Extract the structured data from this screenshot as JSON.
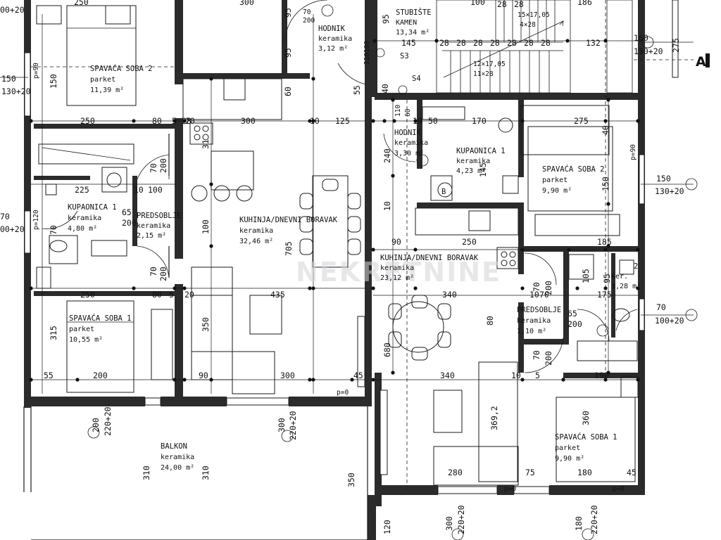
{
  "watermark": "NEKRETNINE",
  "section_marker": "A",
  "rooms": {
    "spavaca2_left": {
      "name": "SPAVAĆA SOBA 2",
      "floor": "parket",
      "area": "11,39 m²"
    },
    "kupaonica1_left": {
      "name": "KUPAONICA 1",
      "floor": "keramika",
      "area": "4,80 m²"
    },
    "predsoblje_left": {
      "name": "PREDSOBLJE",
      "floor": "keramika",
      "area": "2,15 m²"
    },
    "kuhinja_left": {
      "name": "KUHINJA/DNEVNI BORAVAK",
      "floor": "keramika",
      "area": "32,46 m²"
    },
    "spavaca1_left": {
      "name": "SPAVAĆA SOBA 1",
      "floor": "parket",
      "area": "10,55 m²"
    },
    "balkon": {
      "name": "BALKON",
      "floor": "keramika",
      "area": "24,00 m²"
    },
    "hodnik_top": {
      "name": "HODNIK",
      "floor": "keramika",
      "area": "3,12 m²"
    },
    "stubiste": {
      "name": "STUBIŠTE",
      "floor": "KAMEN",
      "area": "13,34 m²"
    },
    "hodnik_right": {
      "name": "HODNIK",
      "floor": "keramika",
      "area": "3,30 m²"
    },
    "kupaonica1_right": {
      "name": "KUPAONICA 1",
      "floor": "keramika",
      "area": "4,23 m²"
    },
    "spavaca2_right": {
      "name": "SPAVAĆA SOBA 2",
      "floor": "parket",
      "area": "9,90 m²"
    },
    "kuhinja_right": {
      "name": "KUHINJA/DNEVNI BORAVAK",
      "floor": "keramika",
      "area": "23,12 m²"
    },
    "predsoblje_right": {
      "name": "PREDSOBLJE",
      "floor": "keramika",
      "area": "1,10 m²"
    },
    "kup2_right": {
      "name": "2",
      "floor": "ker.",
      "area": "3,28 m²"
    },
    "spavaca1_right": {
      "name": "SPAVAĆA SOBA 1",
      "floor": "parket",
      "area": "9,90 m²"
    }
  },
  "labels": {
    "s3": "S3",
    "s4": "S4",
    "stair_top": "15×17,05",
    "stair_top2": "4×28",
    "stair_mid": "12×17,05",
    "stair_mid2": "11×28",
    "appliance_b": "B",
    "p0": "p=0",
    "p90": "p=90",
    "p120": "p=120"
  },
  "dims": {
    "d250_top": "250",
    "d300_top": "300",
    "d186": "186",
    "d100_top": "100",
    "d95_a": "95",
    "d95_b": "95",
    "d145": "145",
    "d28s": "28",
    "d132": "132",
    "d160": "160",
    "d130_20_a": "130+20",
    "d275": "275",
    "d00_20": "00+20",
    "d150_left": "150",
    "d130_20_left": "130+20",
    "d250_a": "250",
    "d80_a": "80",
    "d5_a": "5",
    "d20_a": "20",
    "d300_mid": "300",
    "d10_a": "10",
    "d125": "125",
    "d55": "55",
    "d40": "40",
    "d60": "60",
    "d31": "31",
    "d10_b": "10",
    "d50": "50",
    "d170": "170",
    "d275_r": "275",
    "d150_r": "150",
    "d130_20_r": "130+20",
    "d225": "225",
    "d10_c": "10",
    "d100_c": "100",
    "d70_d": "70",
    "d200_d": "200",
    "d70_e": "70",
    "d200_e": "200",
    "d65_a": "65",
    "d200_f": "200",
    "d240": "240",
    "d145_b": "145",
    "d150_r2": "150",
    "d70_left": "70",
    "d00_20_b": "00+20",
    "d100_mid": "100",
    "d705": "705",
    "d90_a": "90",
    "d250_b": "250",
    "d10_d": "10",
    "d185": "185",
    "d70_g": "70",
    "d200_g": "200",
    "d250_c": "250",
    "d80_b": "80",
    "d5_b": "5",
    "d20_b": "20",
    "d435": "435",
    "d340_a": "340",
    "d10_e": "10",
    "d70_h": "70",
    "d105": "105",
    "d95_c": "95",
    "d175": "175",
    "d70_r": "70",
    "d100_20_r": "100+20",
    "d315": "315",
    "d350_a": "350",
    "d80_c": "80",
    "d65_b": "65",
    "d200_h": "200",
    "d70_i": "70",
    "d200_i": "200",
    "d680": "680",
    "d55_b": "55",
    "d200_j": "200",
    "d90_b": "90",
    "d300_b": "300",
    "d45_a": "45",
    "d340_b": "340",
    "d10_f": "10",
    "d5_c": "5",
    "d190": "190",
    "d200_k": "200",
    "d220_20_a": "220+20",
    "d300_c": "300",
    "d220_20_b": "220+20",
    "d369": "369,2",
    "d360": "360",
    "d310_a": "310",
    "d310_b": "310",
    "d350_b": "350",
    "d280": "280",
    "d75": "75",
    "d180_a": "180",
    "d45_b": "45",
    "d120": "120",
    "d300_d": "300",
    "d220_20_c": "220+20",
    "d180_b": "180",
    "d220_20_d": "220+20",
    "d210": "210",
    "d200_top": "200",
    "d70_top": "70",
    "d100_dn": "100",
    "d110": "110",
    "d60_dn": "60",
    "d28_a": "28",
    "d28_b": "28",
    "d28_c": "28"
  }
}
